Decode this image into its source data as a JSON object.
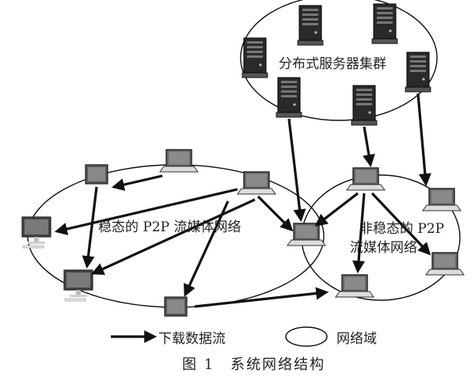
{
  "cluster": {
    "label": "分布式服务器集群"
  },
  "steady_network": {
    "label": "稳态的 P2P 流媒体网络"
  },
  "unsteady_network": {
    "label_line1": "非稳态的 P2P",
    "label_line2": "流媒体网络"
  },
  "legend": {
    "arrow_label": "下载数据流",
    "domain_label": "网络域"
  },
  "caption": "图 1　系统网络结构",
  "colors": {
    "line": "#111111",
    "screen": "#555555",
    "server": "#2a2a2a"
  },
  "icons": [
    "server-icon",
    "laptop-icon",
    "desktop-monitor-icon",
    "tablet-icon",
    "download-arrow-icon",
    "network-domain-icon"
  ]
}
